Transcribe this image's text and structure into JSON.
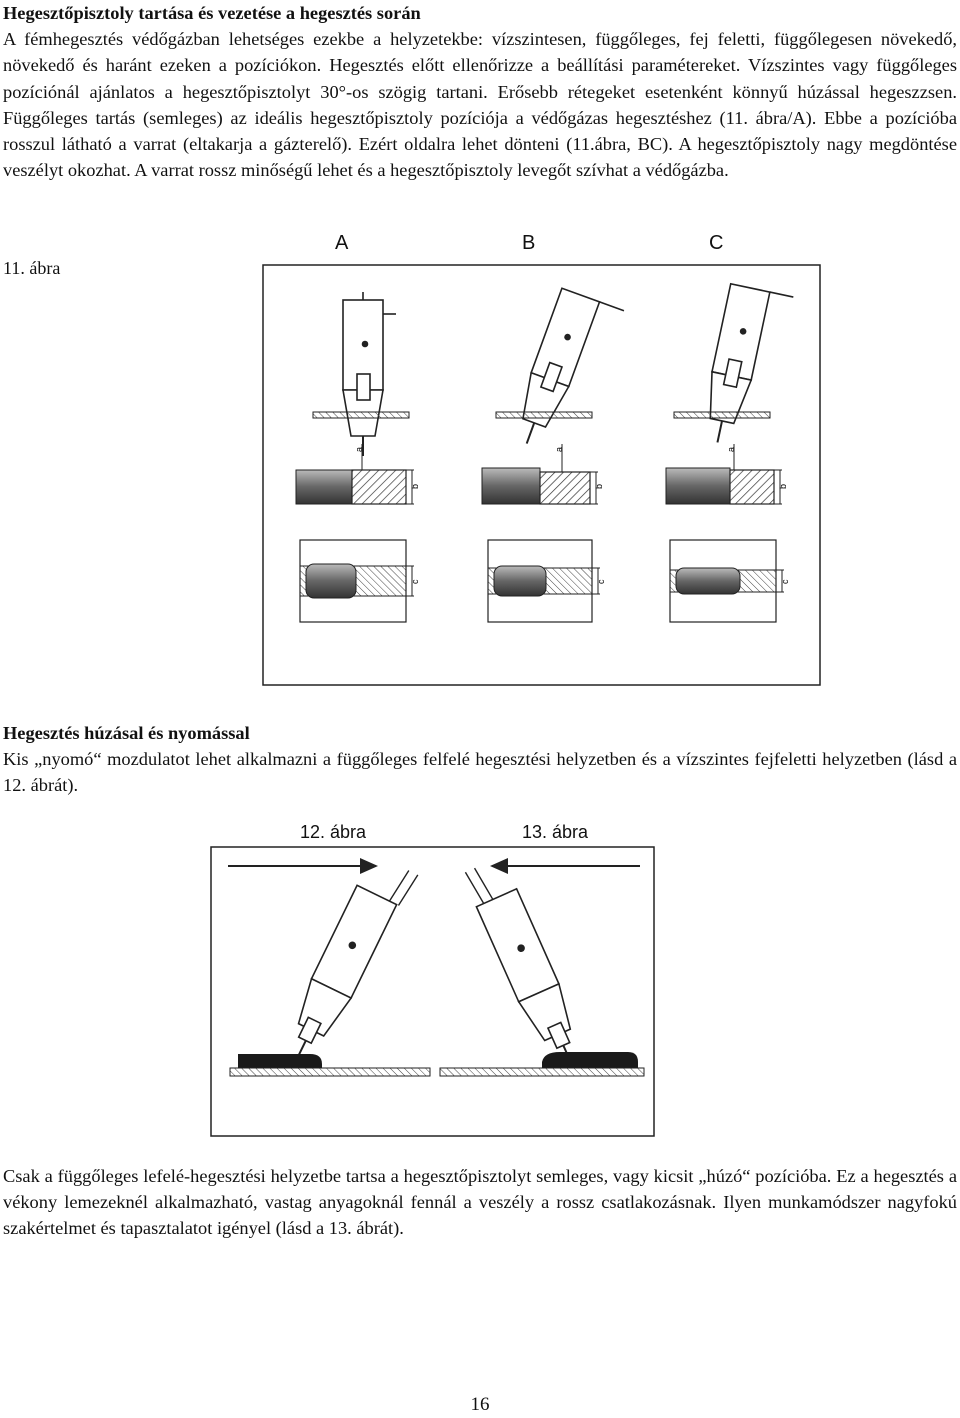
{
  "section1": {
    "heading": "Hegesztőpisztoly tartása és vezetése a hegesztés során",
    "body": "A fémhegesztés védőgázban lehetséges ezekbe a helyzetekbe: vízszintesen, függőleges, fej feletti, függőlegesen növekedő, növekedő és haránt ezeken a pozíciókon. Hegesztés előtt ellenőrizze a beállítási paramétereket. Vízszintes vagy függőleges pozíciónál ajánlatos a hegesztőpisztolyt 30°-os szögig tartani. Erősebb rétegeket esetenként könnyű húzással hegeszzsen. Függőleges tartás (semleges) az ideális hegesztőpisztoly pozíciója a védőgázas hegesztéshez (11. ábra/A). Ebbe a pozícióba rosszul látható a varrat (eltakarja a gázterelő). Ezért oldalra lehet dönteni (11.ábra, BC). A hegesztőpisztoly nagy megdöntése veszélyt okozhat. A varrat rossz minőségű lehet és a hegesztőpisztoly levegőt szívhat a védőgázba."
  },
  "figure11": {
    "label": "11. ábra",
    "columns": [
      "A",
      "B",
      "C"
    ],
    "dim_a": "a",
    "dim_b": "b",
    "dim_c": "c"
  },
  "section2": {
    "heading": "Hegesztés húzásal és nyomással",
    "body": "Kis „nyomó“ mozdulatot lehet alkalmazni a függőleges felfelé hegesztési helyzetben és a vízszintes fejfeletti helyzetben (lásd a 12. ábrát)."
  },
  "figure12": {
    "label": "12. ábra"
  },
  "figure13": {
    "label": "13. ábra"
  },
  "section3": {
    "body": "Csak a függőleges lefelé-hegesztési helyzetbe tartsa a hegesztőpisztolyt semleges, vagy kicsit „húzó“ pozícióba. Ez a hegesztés a vékony lemezeknél alkalmazható, vastag anyagoknál fennál a veszély a rossz csatlakozásnak. Ilyen munkamódszer nagyfokú szakértelmet és tapasztalatot igényel (lásd a 13. ábrát)."
  },
  "page_number": "16"
}
